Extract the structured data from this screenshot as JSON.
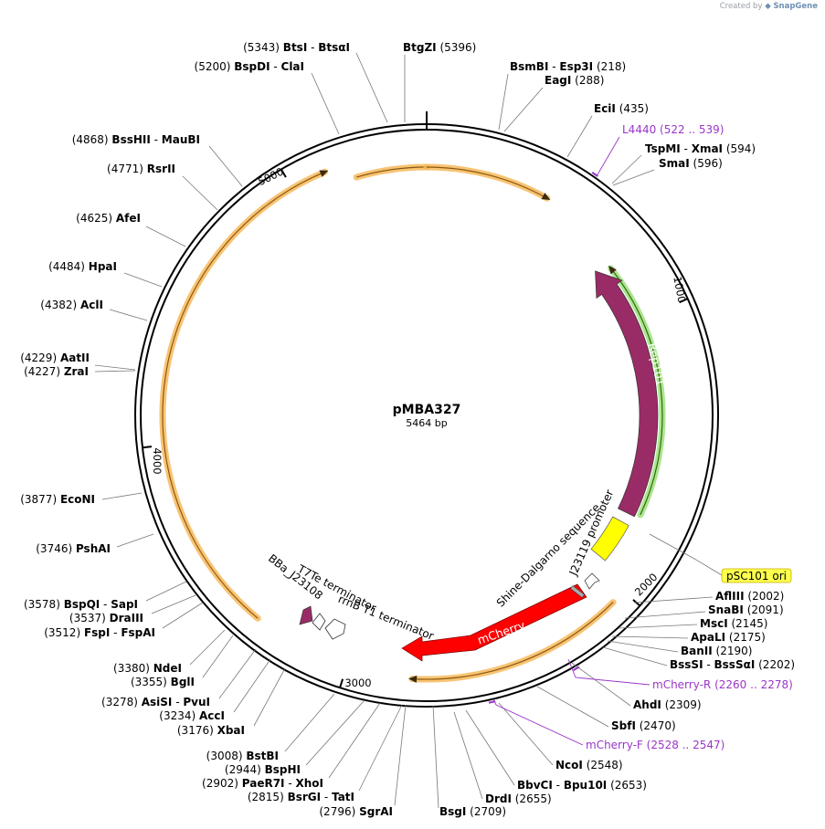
{
  "credit": {
    "prefix": "Created by",
    "brand": "SnapGene"
  },
  "map": {
    "name": "pMBA327",
    "length_label": "5464 bp",
    "length": 5464,
    "colors": {
      "backbone": "#000000",
      "promoter": "#ffff00",
      "cds_rep": "#992c66",
      "cds_mcherry": "#ff0000",
      "rep_origin_tag": "#ffff4d",
      "primer": "#9a36c8",
      "halo_orange": "#f7b85a",
      "halo_green": "#9ee07a"
    },
    "ticks": [
      {
        "label": "1000",
        "pos": 1000
      },
      {
        "label": "2000",
        "pos": 2000
      },
      {
        "label": "3000",
        "pos": 3000
      },
      {
        "label": "4000",
        "pos": 4000
      },
      {
        "label": "5000",
        "pos": 5000
      }
    ],
    "features": [
      {
        "name": "Rep101",
        "type": "cds"
      },
      {
        "name": "mCherry",
        "type": "cds"
      },
      {
        "name": "J23119 promoter",
        "type": "promoter"
      },
      {
        "name": "Shine-Dalgarno sequence",
        "type": "rbs"
      },
      {
        "name": "T7Te terminator",
        "type": "terminator"
      },
      {
        "name": "rrnB T1 terminator",
        "type": "terminator"
      },
      {
        "name": "BBa_J23108",
        "type": "promoter"
      },
      {
        "name": "pSC101 ori",
        "type": "rep_origin"
      }
    ],
    "primers": [
      {
        "name": "L4440",
        "range": "(522 .. 539)"
      },
      {
        "name": "mCherry-R",
        "range": "(2260 .. 2278)"
      },
      {
        "name": "mCherry-F",
        "range": "(2528 .. 2547)"
      }
    ],
    "sites": [
      {
        "name": "BtgZI",
        "pos": "(5396)"
      },
      {
        "name": "BsmBI",
        "name2": "Esp3I",
        "pos": "(218)"
      },
      {
        "name": "EagI",
        "pos": "(288)"
      },
      {
        "name": "EciI",
        "pos": "(435)"
      },
      {
        "name": "TspMI",
        "name2": "XmaI",
        "pos": "(594)"
      },
      {
        "name": "SmaI",
        "pos": "(596)"
      },
      {
        "name": "AflIII",
        "pos": "(2002)"
      },
      {
        "name": "SnaBI",
        "pos": "(2091)"
      },
      {
        "name": "MscI",
        "pos": "(2145)"
      },
      {
        "name": "ApaLI",
        "pos": "(2175)"
      },
      {
        "name": "BanII",
        "pos": "(2190)"
      },
      {
        "name": "BssSI",
        "name2": "BssSαI",
        "pos": "(2202)"
      },
      {
        "name": "AhdI",
        "pos": "(2309)"
      },
      {
        "name": "SbfI",
        "pos": "(2470)"
      },
      {
        "name": "NcoI",
        "pos": "(2548)"
      },
      {
        "name": "BbvCI",
        "name2": "Bpu10I",
        "pos": "(2653)"
      },
      {
        "name": "DrdI",
        "pos": "(2655)"
      },
      {
        "name": "BsgI",
        "pos": "(2709)"
      },
      {
        "name": "SgrAI",
        "pos": "(2796)"
      },
      {
        "name": "BsrGI",
        "name2": "TatI",
        "pos": "(2815)"
      },
      {
        "name": "PaeR7I",
        "name2": "XhoI",
        "pos": "(2902)"
      },
      {
        "name": "BspHI",
        "pos": "(2944)"
      },
      {
        "name": "BstBI",
        "pos": "(3008)"
      },
      {
        "name": "XbaI",
        "pos": "(3176)"
      },
      {
        "name": "AccI",
        "pos": "(3234)"
      },
      {
        "name": "AsiSI",
        "name2": "PvuI",
        "pos": "(3278)"
      },
      {
        "name": "BglI",
        "pos": "(3355)"
      },
      {
        "name": "NdeI",
        "pos": "(3380)"
      },
      {
        "name": "FspI",
        "name2": "FspAI",
        "pos": "(3512)"
      },
      {
        "name": "DraIII",
        "pos": "(3537)"
      },
      {
        "name": "BspQI",
        "name2": "SapI",
        "pos": "(3578)"
      },
      {
        "name": "PshAI",
        "pos": "(3746)"
      },
      {
        "name": "EcoNI",
        "pos": "(3877)"
      },
      {
        "name": "ZraI",
        "pos": "(4227)"
      },
      {
        "name": "AatII",
        "pos": "(4229)"
      },
      {
        "name": "AclI",
        "pos": "(4382)"
      },
      {
        "name": "HpaI",
        "pos": "(4484)"
      },
      {
        "name": "AfeI",
        "pos": "(4625)"
      },
      {
        "name": "RsrII",
        "pos": "(4771)"
      },
      {
        "name": "BssHII",
        "name2": "MauBI",
        "pos": "(4868)"
      },
      {
        "name": "BspDI",
        "name2": "ClaI",
        "pos": "(5200)"
      },
      {
        "name": "BtsI",
        "name2": "BtsαI",
        "pos": "(5343)"
      }
    ]
  }
}
